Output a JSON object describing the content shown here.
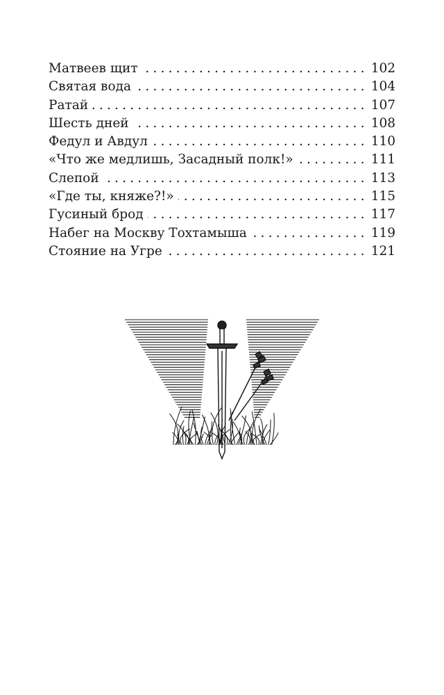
{
  "toc": {
    "entries": [
      {
        "title": "Матвеев щит",
        "page": "102"
      },
      {
        "title": "Святая вода",
        "page": "104"
      },
      {
        "title": "Ратай",
        "page": "107"
      },
      {
        "title": "Шесть дней",
        "page": "108"
      },
      {
        "title": "Федул и Авдул",
        "page": "110"
      },
      {
        "title": "«Что же медлишь, Засадный полк!»",
        "page": "111"
      },
      {
        "title": "Слепой",
        "page": "113"
      },
      {
        "title": "«Где ты, княже?!»",
        "page": "115"
      },
      {
        "title": "Гусиный брод",
        "page": "117"
      },
      {
        "title": "Набег на Москву Тохтамыша",
        "page": "119"
      },
      {
        "title": "Стояние на Угре",
        "page": "121"
      }
    ]
  },
  "illustration": {
    "icon": "sword-in-grass-engraving"
  }
}
